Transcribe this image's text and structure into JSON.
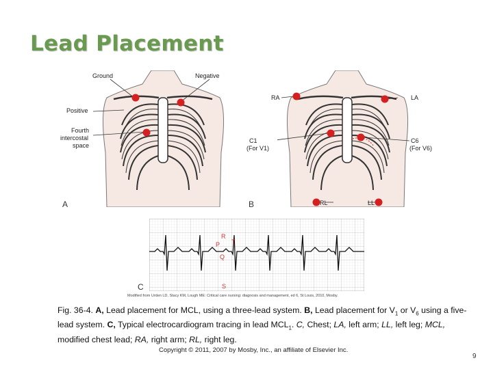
{
  "slide": {
    "title": "Lead Placement",
    "page_number": "9",
    "copyright": "Copyright © 2011, 2007 by Mosby, Inc., an affiliate of Elsevier Inc."
  },
  "panel_a": {
    "letter": "A",
    "labels": {
      "ground": "Ground",
      "negative": "Negative",
      "positive": "Positive",
      "fourth_ics_line1": "Fourth",
      "fourth_ics_line2": "intercostal",
      "fourth_ics_line3": "space"
    }
  },
  "panel_b": {
    "letter": "B",
    "labels": {
      "ra": "RA",
      "la": "LA",
      "c1": "C1",
      "c1_for": "(For V1)",
      "c6": "C6",
      "c6_for": "(For V6)",
      "rl": "RL",
      "ll": "LL"
    }
  },
  "panel_c": {
    "letter": "C",
    "wave_labels": {
      "r": "R",
      "p": "P",
      "t": "T",
      "q": "Q",
      "s": "S"
    },
    "credit": "Modified from Urden LD, Stacy KM, Lough ME: Critical care nursing: diagnosis and management, ed 6, St Louis, 2010, Mosby."
  },
  "caption": {
    "line1_a": "Fig. 36-4. ",
    "a_letter": "A,",
    "line1_b": " Lead placement for MCL, using a three-lead system. ",
    "b_letter": "B,",
    "line1_c": " Lead placement for V",
    "sub1": "1",
    "line1_d": " or V",
    "sub6": "6",
    "line1_e": " using a five-lead system. ",
    "c_letter": "C,",
    "line2_a": " Typical electrocardiogram tracing in lead MCL",
    "sub_mcl": "1",
    "line2_b": ". ",
    "c_italic": "C,",
    "line2_c": " Chest; ",
    "la_italic": "LA,",
    "line2_d": " left arm; ",
    "ll_italic": "LL,",
    "line2_e": " left leg; ",
    "mcl_italic": "MCL,",
    "line3_a": " modified chest lead; ",
    "ra_italic": "RA,",
    "line3_b": " right arm; ",
    "rl_italic": "RL,",
    "line3_c": " right leg."
  },
  "colors": {
    "title": "#6a9a4f",
    "electrode": "#d42020",
    "skin": "#f6e9e4",
    "bone": "#ffffff",
    "ecg_grid": "#d9d9d9"
  }
}
